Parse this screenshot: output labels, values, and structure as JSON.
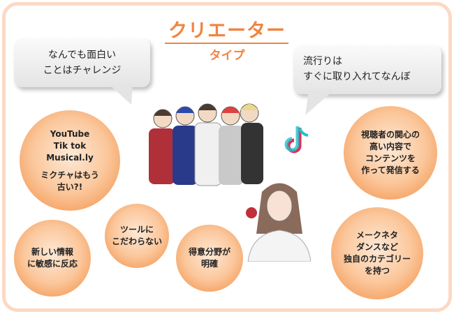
{
  "title": "クリエーター",
  "subtitle": "タイプ",
  "bubbles": {
    "left": [
      "なんでも面白い",
      "ことはチャレンジ"
    ],
    "right": [
      "流行りは",
      "すぐに取り入れてなんぼ"
    ]
  },
  "circles": {
    "platforms": [
      "YouTube",
      "Tik tok",
      "Musical.ly"
    ],
    "platforms_note": [
      "ミクチャはもう",
      "古い?!"
    ],
    "tools": [
      "ツールに",
      "こだわらない"
    ],
    "info": [
      "新しい情報",
      "に敏感に反応"
    ],
    "specialty": [
      "得意分野が",
      "明確"
    ],
    "viewers": [
      "視聴者の関心の",
      "高い内容で",
      "コンテンツを",
      "作って発信する"
    ],
    "original": [
      "メークネタ",
      "ダンスなど",
      "独自のカテゴリー",
      "を持つ"
    ]
  },
  "colors": {
    "accent": "#f0843f",
    "frame": "#fcd9c4"
  }
}
